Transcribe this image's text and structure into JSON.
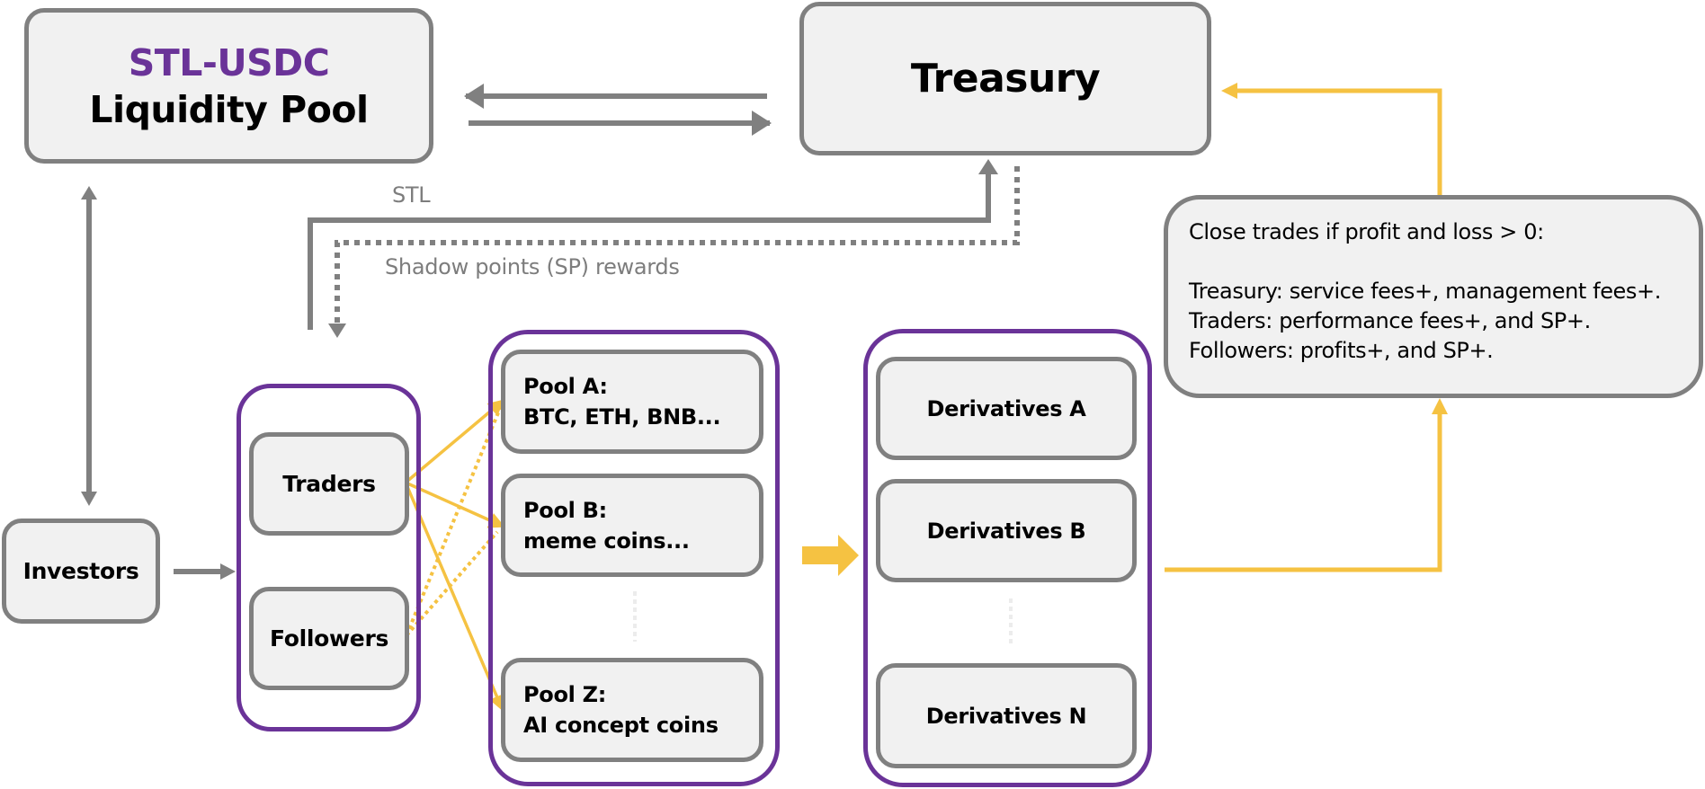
{
  "colors": {
    "accent_purple": "#6a3398",
    "box_border_gray": "#808080",
    "box_fill": "#f1f1f1",
    "flow_yellow": "#f5c242",
    "label_gray": "#7d7d7d"
  },
  "liquidity_pool": {
    "token_pair": "STL-USDC",
    "title": "Liquidity Pool"
  },
  "treasury": {
    "title": "Treasury"
  },
  "investors": {
    "title": "Investors"
  },
  "participants": {
    "traders": "Traders",
    "followers": "Followers"
  },
  "pools": [
    {
      "name": "Pool A:",
      "assets": "BTC, ETH, BNB..."
    },
    {
      "name": "Pool B:",
      "assets": "meme coins..."
    },
    {
      "name": "Pool Z:",
      "assets": "AI concept coins"
    }
  ],
  "derivatives": [
    {
      "name": "Derivatives A"
    },
    {
      "name": "Derivatives B"
    },
    {
      "name": "Derivatives N"
    }
  ],
  "labels": {
    "stl": "STL",
    "shadow_points": "Shadow points (SP) rewards"
  },
  "settlement_note": {
    "heading": "Close trades if profit and loss > 0:",
    "lines": [
      "Treasury: service fees+, management fees+.",
      "Traders: performance fees+, and SP+.",
      "Followers: profits+, and SP+."
    ]
  }
}
